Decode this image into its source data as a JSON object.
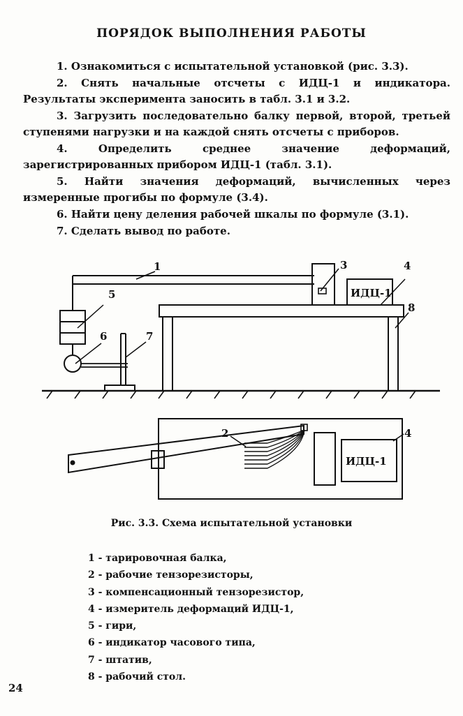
{
  "page": {
    "title": "ПОРЯДОК ВЫПОЛНЕНИЯ РАБОТЫ",
    "number": "24"
  },
  "steps": [
    "1. Ознакомиться с испытательной установкой (рис. 3.3).",
    "2. Снять начальные отсчеты с ИДЦ-1 и индикатора. Результаты эксперимента заносить в табл. 3.1 и 3.2.",
    "3. Загрузить последовательно балку первой, второй, третьей ступенями нагрузки и на каждой снять отсчеты с приборов.",
    "4. Определить среднее значение деформаций, зарегистрированных прибором ИДЦ-1 (табл. 3.1).",
    "5. Найти значения деформаций, вычисленных через измеренные прогибы по формуле (3.4).",
    "6. Найти цену деления рабочей шкалы по формуле (3.1).",
    "7. Сделать вывод по работе."
  ],
  "figure": {
    "device_label": "ИДЦ-1",
    "device_label_bottom": "ИДЦ-1",
    "callouts": {
      "n1": "1",
      "n2": "2",
      "n3": "3",
      "n4": "4",
      "n4b": "4",
      "n5": "5",
      "n6": "6",
      "n7": "7",
      "n8": "8"
    },
    "caption": "Рис. 3.3. Схема испытательной установки"
  },
  "legend": [
    "1 - тарировочная балка,",
    "2 - рабочие тензорезисторы,",
    "3 - компенсационный тензорезистор,",
    "4 - измеритель деформаций ИДЦ-1,",
    "5 - гири,",
    "6 - индикатор часового типа,",
    "7 - штатив,",
    "8 - рабочий стол."
  ]
}
